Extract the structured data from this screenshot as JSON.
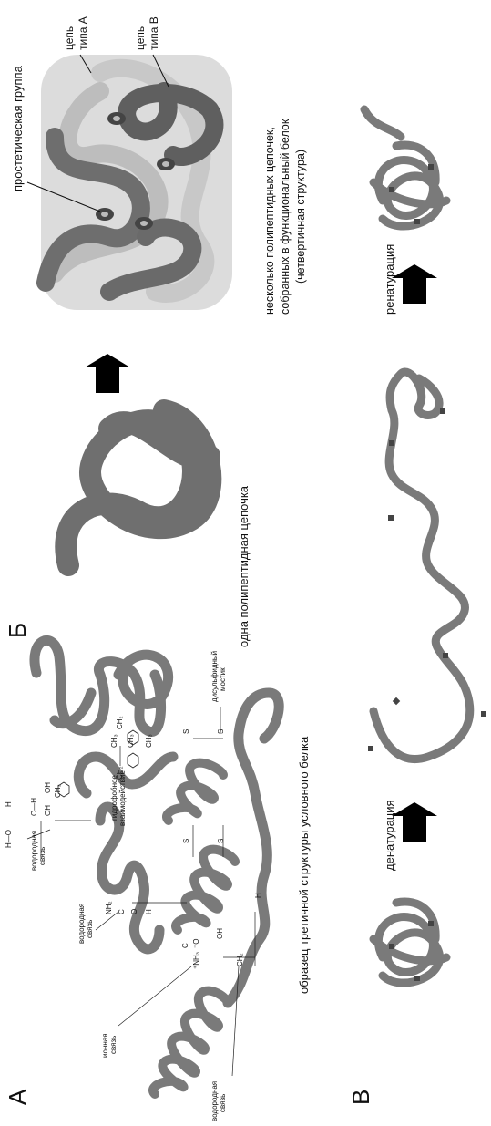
{
  "panels": {
    "a": {
      "letter": "А",
      "caption": "образец третичной структуры условного белка",
      "labels": {
        "hbond_1": [
          "водородная",
          "связь"
        ],
        "hbond_2": [
          "водородная",
          "связь"
        ],
        "hbond_3": [
          "водородная",
          "связь"
        ],
        "ionic": [
          "ионная",
          "связь"
        ],
        "hydrophobic": [
          "гидрофобное",
          "взаимодействие"
        ],
        "disulfide": [
          "дисульфидный",
          "мостик"
        ]
      },
      "chem": {
        "h_o_1": "H—O",
        "h_o_2": "H",
        "h_o_3": "O—H",
        "oh_1": "OH",
        "oh_2": "OH",
        "ch3_1": "CH₃",
        "ch3_2": "CH₃",
        "ch3_3": "CH₃",
        "ch3_4": "CH₃",
        "ch2_1": "CH₂",
        "ch2_2": "CH₂",
        "ch2_3": "CH₂",
        "nh2": "NH₂",
        "nh3": "⁺NH₃",
        "o_1": "O",
        "o_2": "⁻O",
        "c_1": "C",
        "c_2": "C",
        "oh_3": "OH",
        "s_1": "S",
        "s_2": "S",
        "s_3": "S",
        "s_4": "S",
        "h_1": "H",
        "h_2": "H"
      }
    },
    "b": {
      "letter": "Б",
      "single_caption": "одна полипептидная цепочка",
      "multi_caption": [
        "несколько полипептидных цепочек,",
        "собранных в функциональный белок",
        "(четвертичная структура)"
      ],
      "label_prosthetic": "простетическая группа",
      "label_chain_a": [
        "цепь",
        "типа А"
      ],
      "label_chain_b": [
        "цепь",
        "типа В"
      ]
    },
    "v": {
      "letter": "В",
      "label_denaturation": "денатурация",
      "label_renaturation": "ренатурация"
    }
  },
  "colors": {
    "tube": "#7a7a7a",
    "tube_light": "#bdbdbd",
    "tube_dark": "#555555",
    "arrow": "#000000"
  }
}
